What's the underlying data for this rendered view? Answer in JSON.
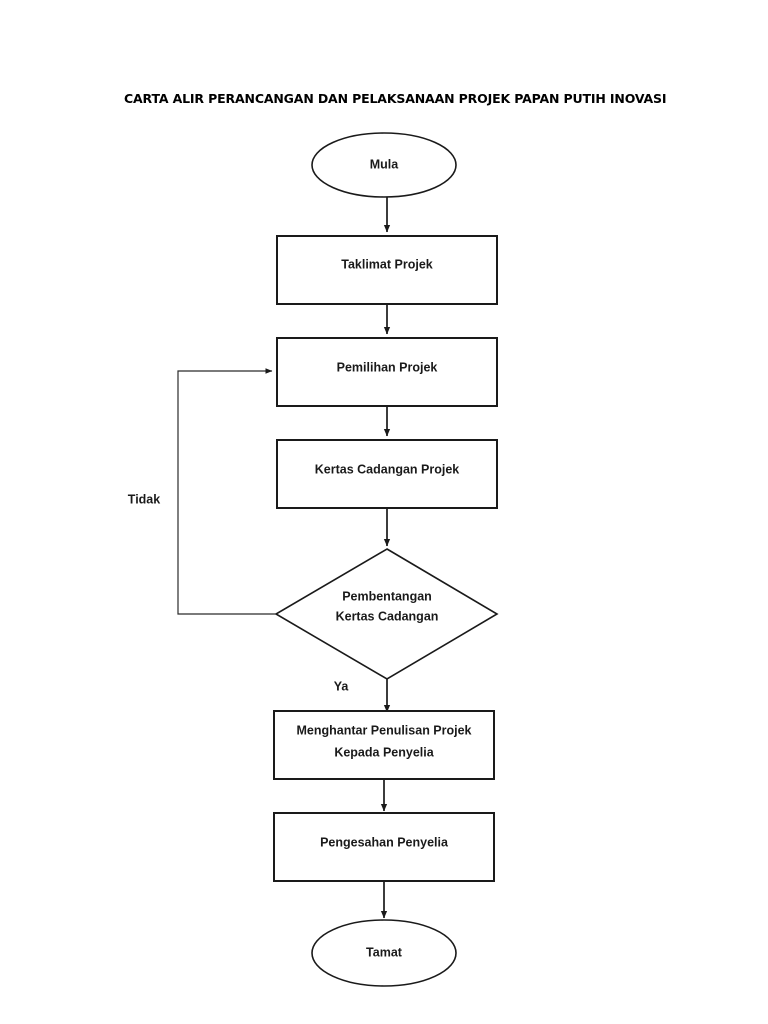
{
  "document": {
    "title": "CARTA ALIR PERANCANGAN DAN PELAKSANAAN PROJEK PAPAN PUTIH INOVASI"
  },
  "flowchart": {
    "type": "flowchart",
    "orientation": "top-to-bottom",
    "nodes": [
      {
        "id": "mula",
        "shape": "ellipse",
        "label": "Mula"
      },
      {
        "id": "taklimat",
        "shape": "rectangle",
        "label": "Taklimat Projek"
      },
      {
        "id": "pemilihan",
        "shape": "rectangle",
        "label": "Pemilihan Projek"
      },
      {
        "id": "kertas",
        "shape": "rectangle",
        "label": "Kertas Cadangan Projek"
      },
      {
        "id": "pembentangan",
        "shape": "diamond",
        "label_line1": "Pembentangan",
        "label_line2": "Kertas Cadangan"
      },
      {
        "id": "menghantar",
        "shape": "rectangle",
        "label_line1": "Menghantar Penulisan Projek",
        "label_line2": "Kepada Penyelia"
      },
      {
        "id": "pengesahan",
        "shape": "rectangle",
        "label": "Pengesahan Penyelia"
      },
      {
        "id": "tamat",
        "shape": "ellipse",
        "label": "Tamat"
      }
    ],
    "edge_labels": {
      "yes": "Ya",
      "no": "Tidak"
    }
  }
}
